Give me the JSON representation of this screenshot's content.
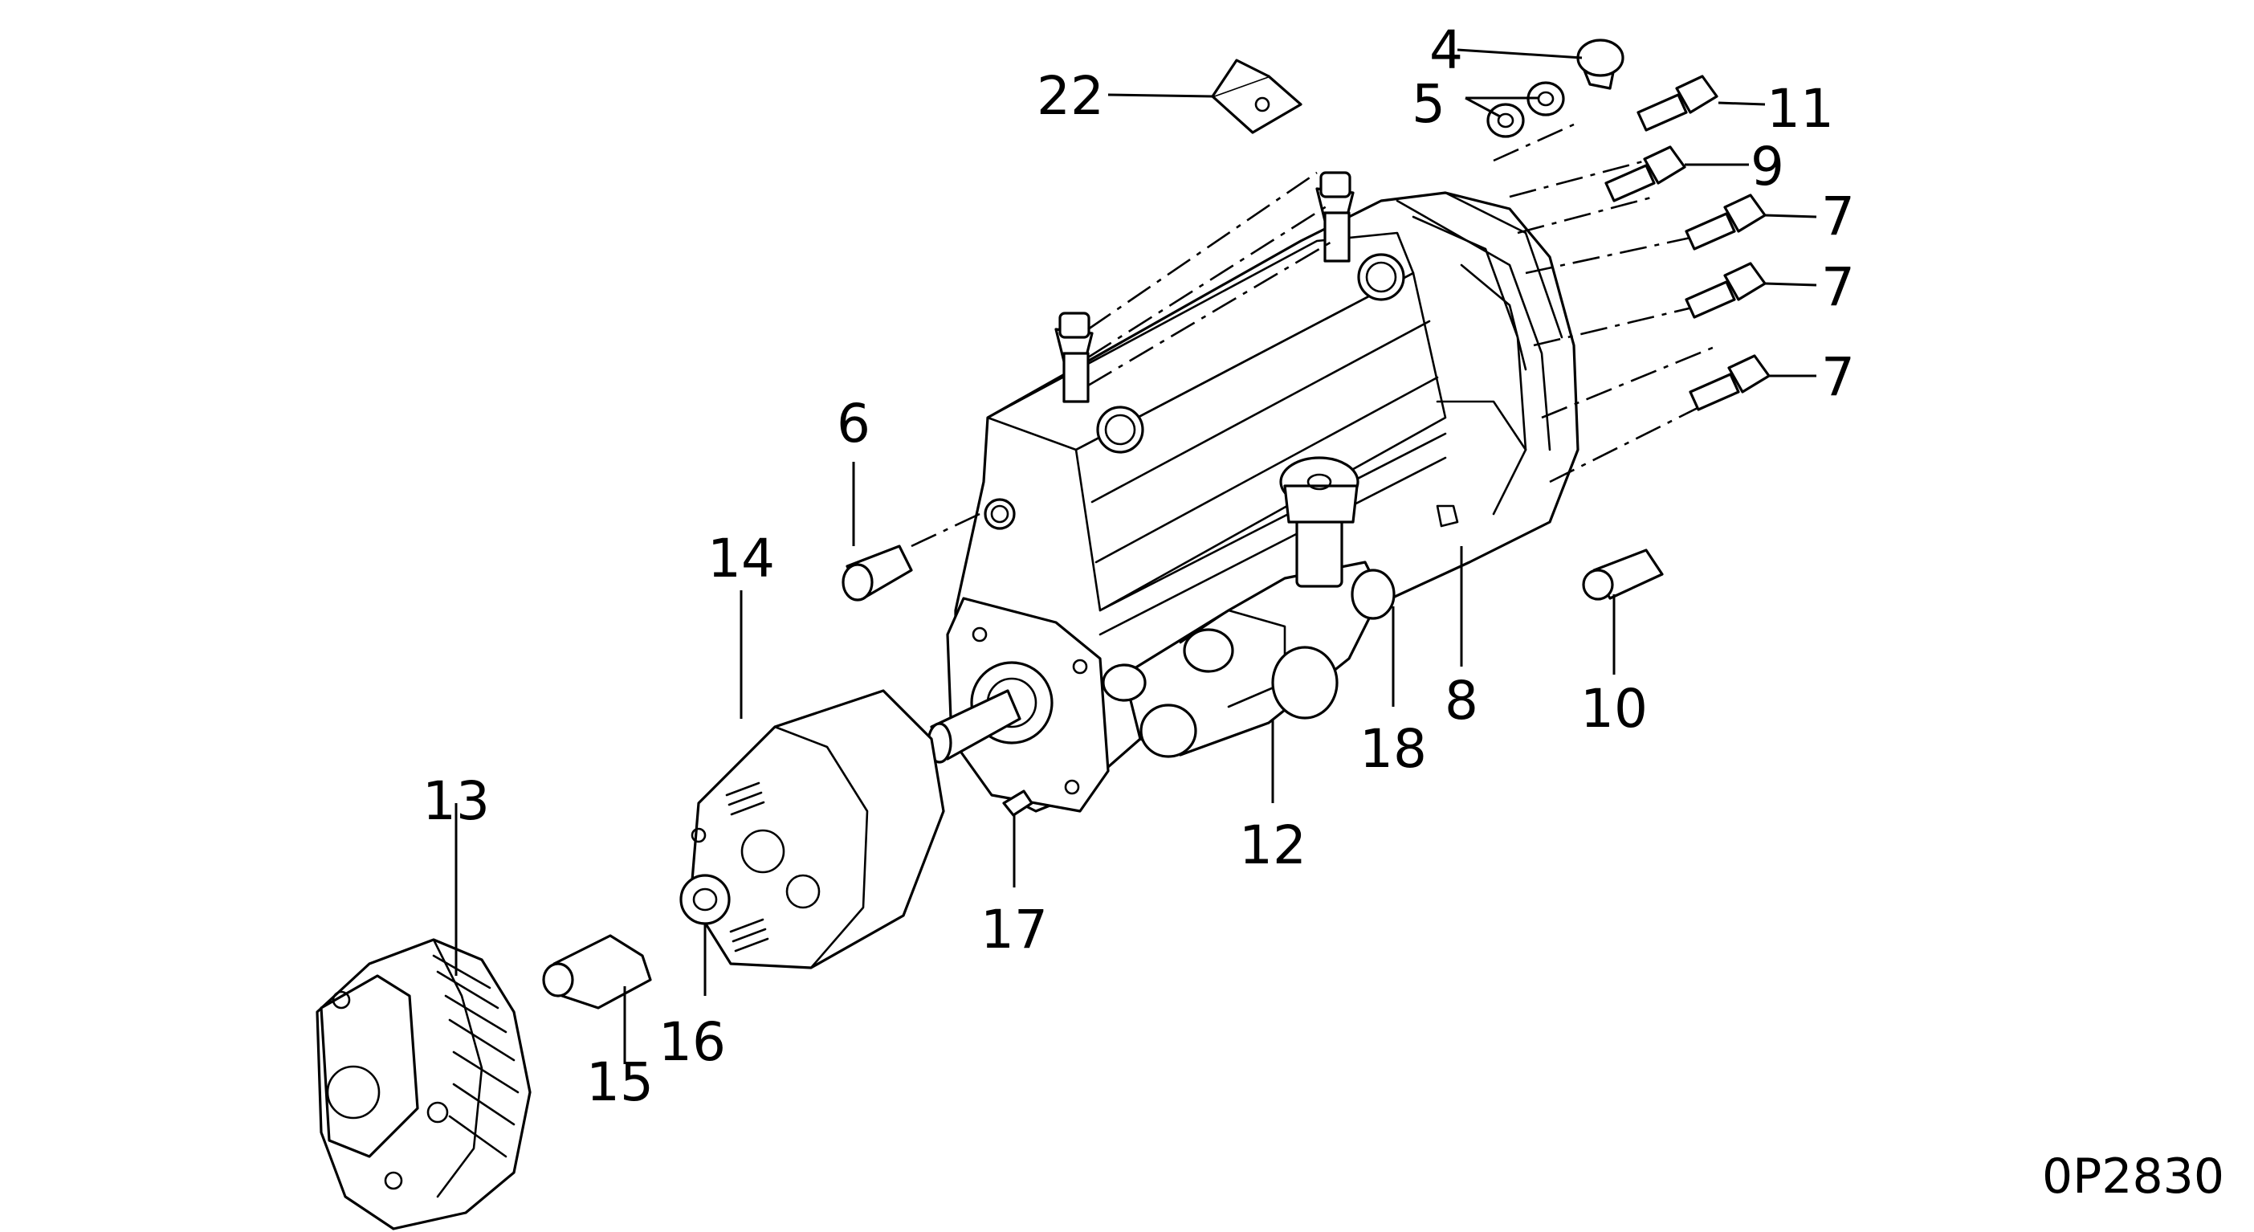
{
  "callouts": {
    "c4": "4",
    "c5": "5",
    "c6": "6",
    "c7a": "7",
    "c7b": "7",
    "c7c": "7",
    "c8": "8",
    "c9": "9",
    "c10": "10",
    "c11": "11",
    "c12": "12",
    "c13": "13",
    "c14": "14",
    "c15": "15",
    "c16": "16",
    "c17": "17",
    "c18": "18",
    "c22": "22"
  },
  "figure_code": "0P2830"
}
